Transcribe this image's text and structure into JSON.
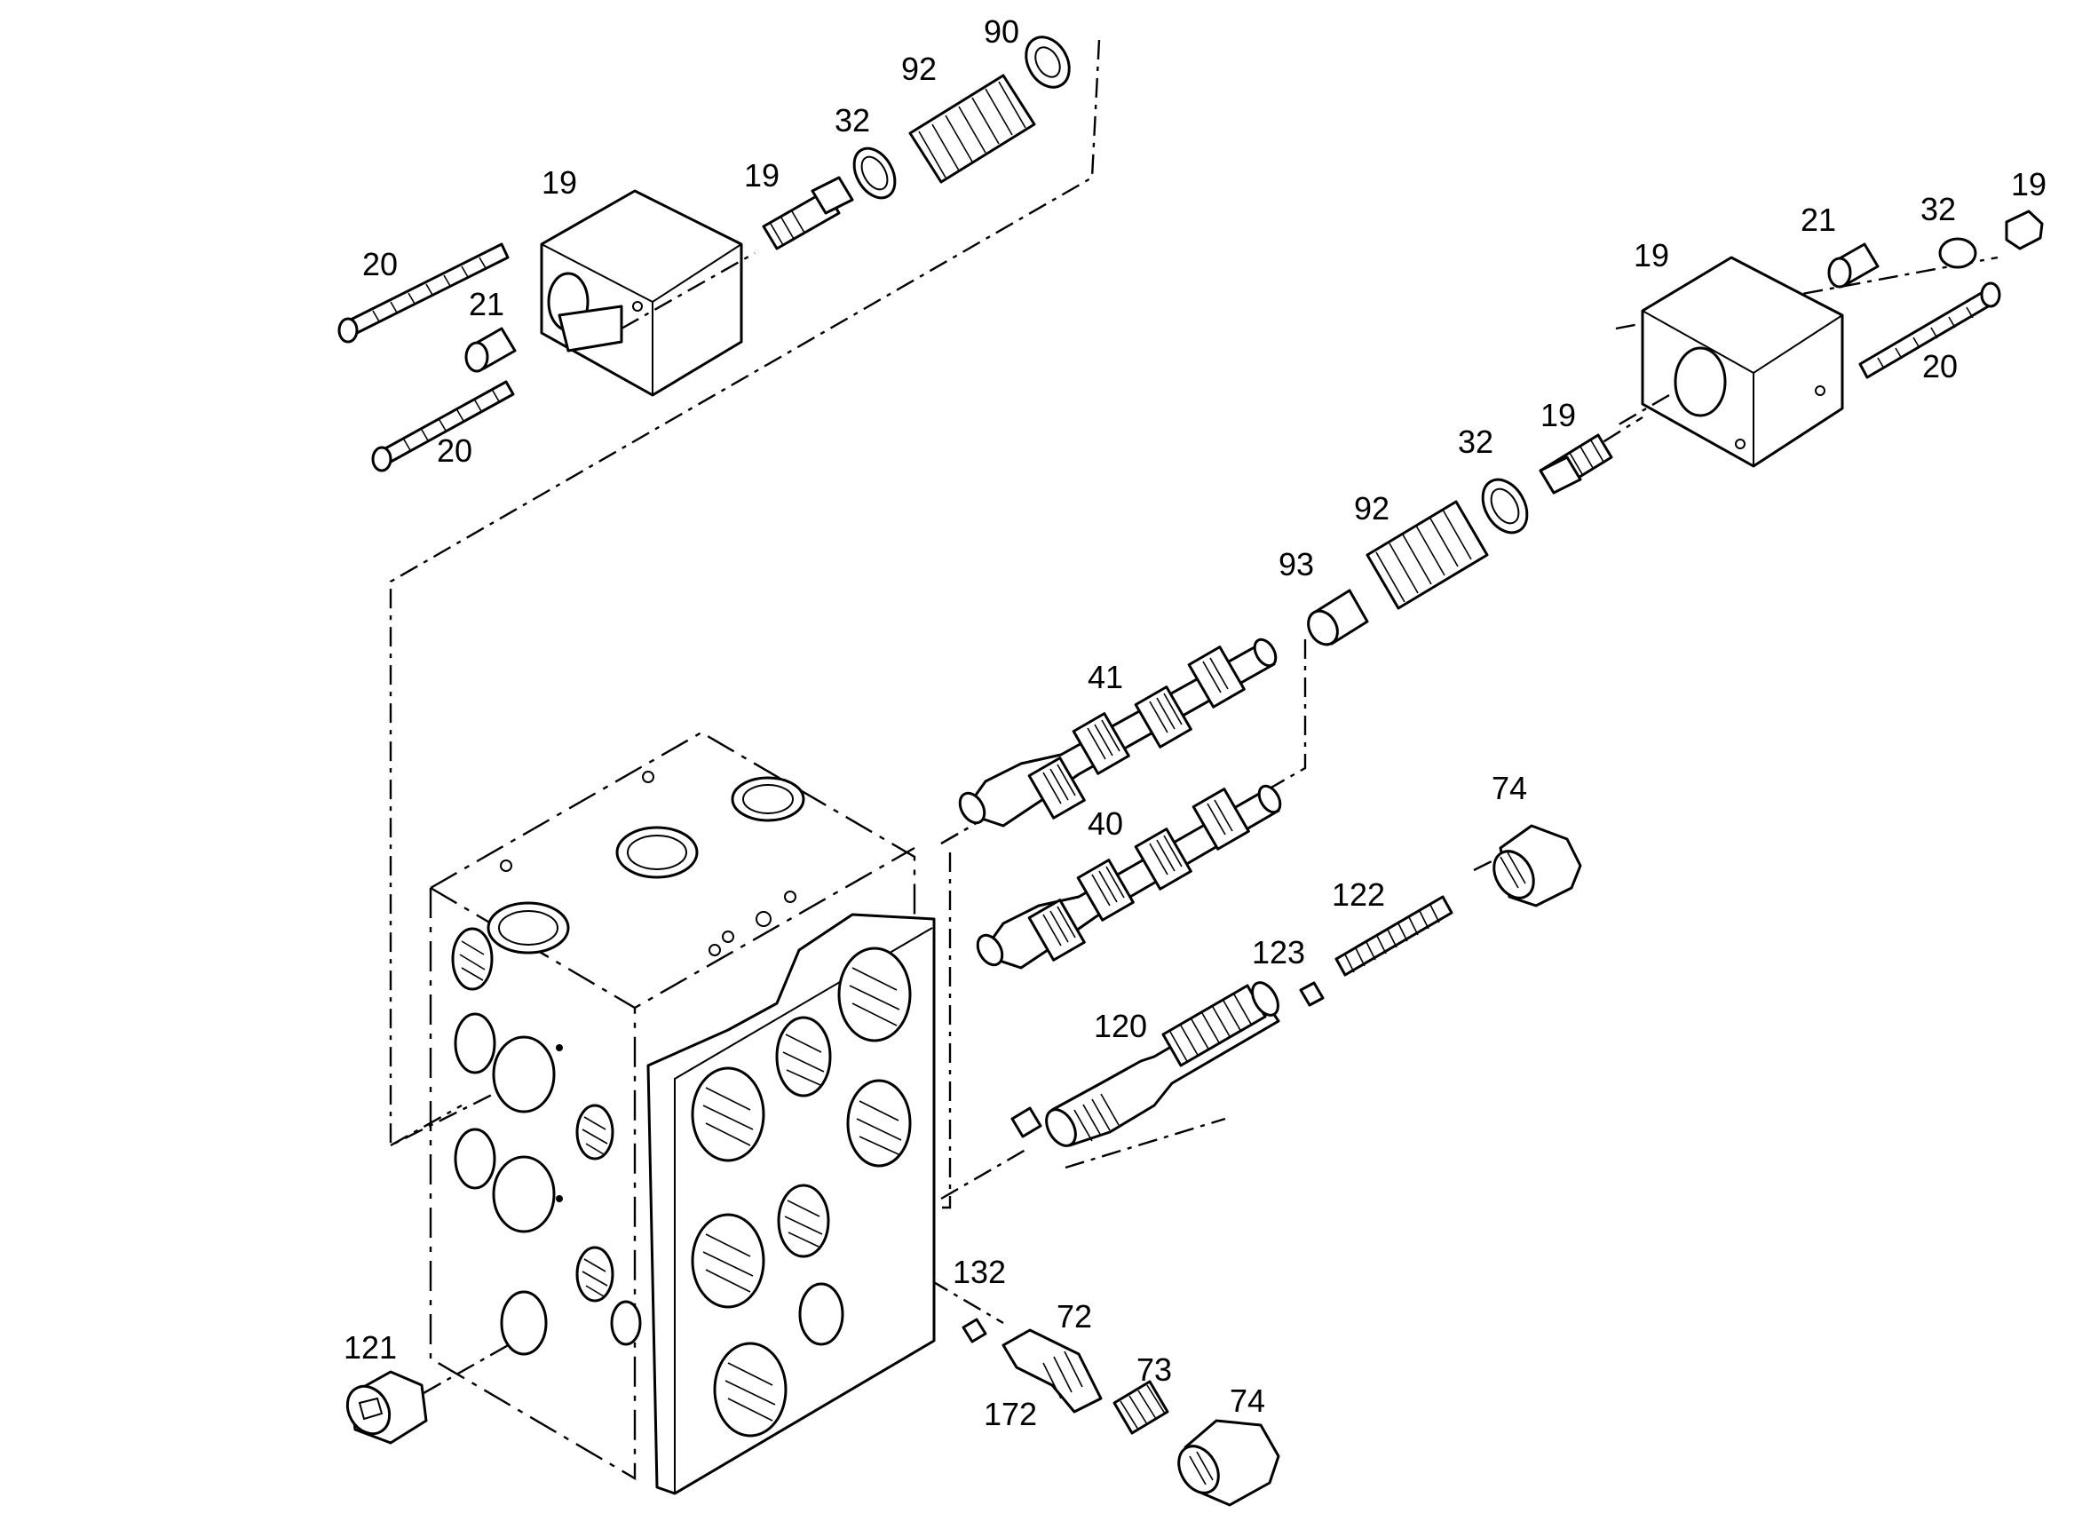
{
  "labels": {
    "l90": "90",
    "l92a": "92",
    "l32a": "32",
    "l19a": "19",
    "l19b": "19",
    "l20a": "20",
    "l21a": "21",
    "l20b": "20",
    "l21b": "21",
    "l32b": "32",
    "l19c": "19",
    "l19d": "19",
    "l20c": "20",
    "l32c": "32",
    "l19e": "19",
    "l92b": "92",
    "l93": "93",
    "l41": "41",
    "l40": "40",
    "l74a": "74",
    "l122": "122",
    "l123": "123",
    "l120": "120",
    "l132": "132",
    "l72": "72",
    "l73": "73",
    "l172": "172",
    "l74b": "74",
    "l121": "121"
  },
  "colors": {
    "line": "#000000",
    "background": "#ffffff"
  }
}
